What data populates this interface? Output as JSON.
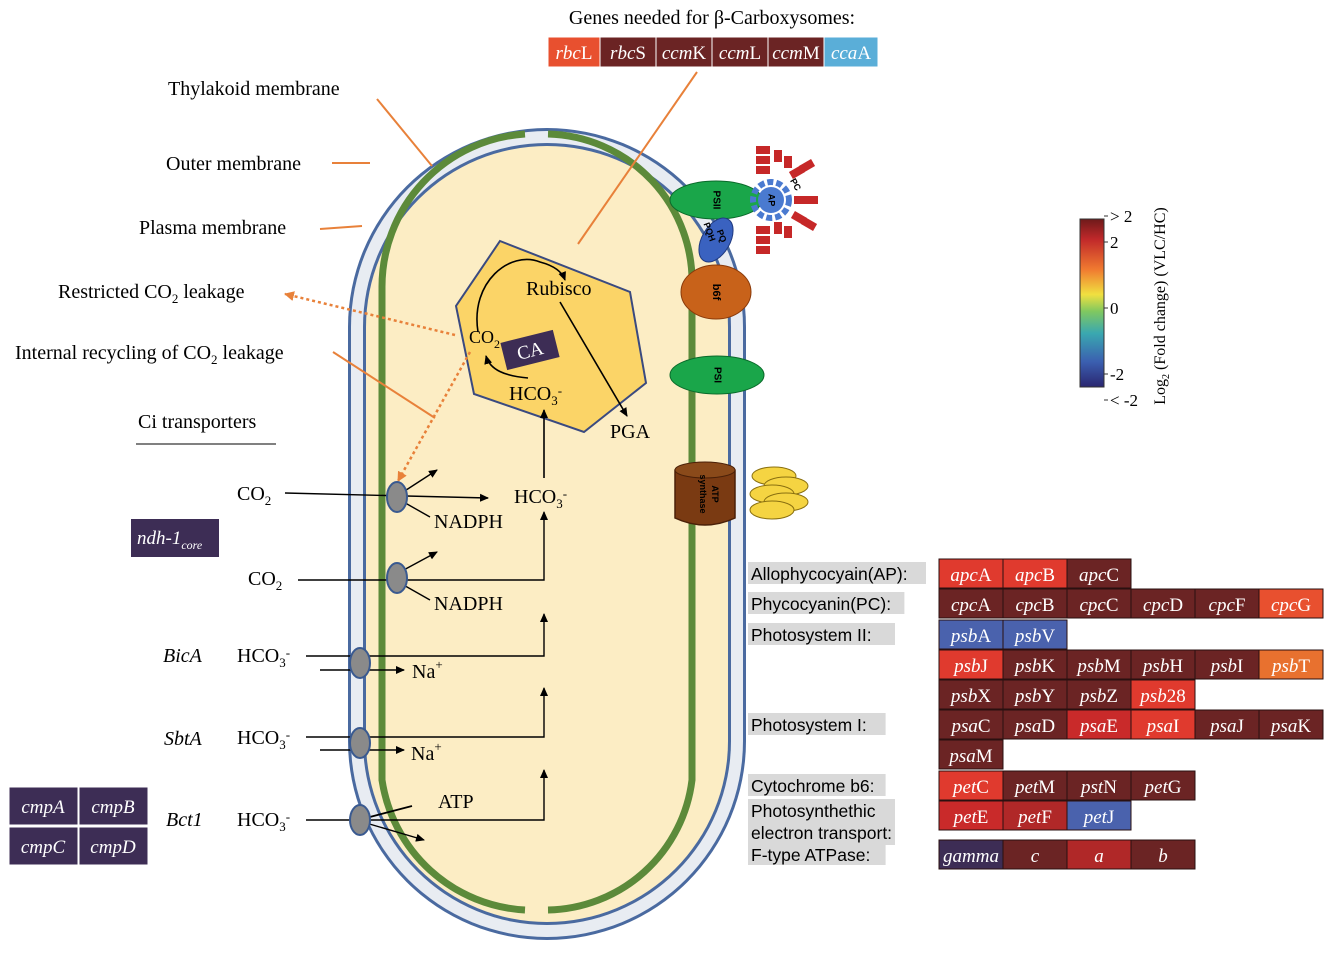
{
  "title": "Genes needed for β-Carboxysomes:",
  "carboxysome_genes": [
    {
      "pre": "rbc",
      "suf": "L",
      "color": "#e8502f"
    },
    {
      "pre": "rbc",
      "suf": "S",
      "color": "#6b2424"
    },
    {
      "pre": "ccm",
      "suf": "K",
      "color": "#6b2424"
    },
    {
      "pre": "ccm",
      "suf": "L",
      "color": "#6b2424"
    },
    {
      "pre": "ccm",
      "suf": "M",
      "color": "#6b2424"
    },
    {
      "pre": "cca",
      "suf": "A",
      "color": "#5aaed8"
    }
  ],
  "membranes": {
    "thylakoid": "Thylakoid membrane",
    "outer": "Outer membrane",
    "plasma": "Plasma membrane"
  },
  "leakage": {
    "restricted": "Restricted CO",
    "restricted_tail": " leakage",
    "internal": "Internal recycling of CO",
    "internal_tail": " leakage"
  },
  "carboxysome": {
    "rubisco": "Rubisco",
    "co2": "CO",
    "ca": "CA",
    "hco3": "HCO",
    "pga": "PGA"
  },
  "transporters": {
    "header": "Ci transporters",
    "ndh_label": "ndh-1",
    "ndh_sub": "core",
    "co2": "CO",
    "nadph": "NADPH",
    "hco3": "HCO",
    "bica": "BicA",
    "sbta": "SbtA",
    "bct1": "Bct1",
    "na": "Na",
    "atp": "ATP",
    "cmp_genes": [
      "cmpA",
      "cmpB",
      "cmpC",
      "cmpD"
    ]
  },
  "complexes": {
    "psii": "PSII",
    "ap": "AP",
    "pc": "PC",
    "pq": "PQ",
    "pqh": "PQH",
    "b6f": "b6f",
    "psi": "PSI",
    "atp_synthase_1": "ATP",
    "atp_synthase_2": "synthase"
  },
  "colorbar": {
    "label": "Log",
    "label_rest": " (Fold change) (VLC/HC)",
    "ticks": [
      "> 2",
      "2",
      "0",
      "-2",
      "< -2"
    ],
    "colors": [
      "#7a1e1e",
      "#d73027",
      "#fdae61",
      "#e6e64a",
      "#91cf60",
      "#4fb3a9",
      "#3b6fb6",
      "#2b2f7e"
    ]
  },
  "heatmap": {
    "rows": [
      {
        "label": "Allophycocyain(AP):",
        "genes": [
          {
            "pre": "apc",
            "suf": "A",
            "color": "#e03a2e"
          },
          {
            "pre": "apc",
            "suf": "B",
            "color": "#e03a2e"
          },
          {
            "pre": "apc",
            "suf": "C",
            "color": "#6b2424"
          }
        ]
      },
      {
        "label": "Phycocyanin(PC):",
        "genes": [
          {
            "pre": "cpc",
            "suf": "A",
            "color": "#6b2424"
          },
          {
            "pre": "cpc",
            "suf": "B",
            "color": "#6b2424"
          },
          {
            "pre": "cpc",
            "suf": "C",
            "color": "#6b2424"
          },
          {
            "pre": "cpc",
            "suf": "D",
            "color": "#6b2424"
          },
          {
            "pre": "cpc",
            "suf": "F",
            "color": "#6b2424"
          },
          {
            "pre": "cpc",
            "suf": "G",
            "color": "#e8502f"
          }
        ]
      },
      {
        "label": "Photosystem II:",
        "genes": [
          {
            "pre": "psb",
            "suf": "A",
            "color": "#4a62ad"
          },
          {
            "pre": "psb",
            "suf": "V",
            "color": "#4a62ad"
          }
        ]
      },
      {
        "label": "",
        "genes": [
          {
            "pre": "psb",
            "suf": "J",
            "color": "#e03a2e"
          },
          {
            "pre": "psb",
            "suf": "K",
            "color": "#6b2424"
          },
          {
            "pre": "psb",
            "suf": "M",
            "color": "#6b2424"
          },
          {
            "pre": "psb",
            "suf": "H",
            "color": "#6b2424"
          },
          {
            "pre": "psb",
            "suf": "I",
            "color": "#6b2424"
          },
          {
            "pre": "psb",
            "suf": "T",
            "color": "#e8712f"
          }
        ]
      },
      {
        "label": "",
        "genes": [
          {
            "pre": "psb",
            "suf": "X",
            "color": "#6b2424"
          },
          {
            "pre": "psb",
            "suf": "Y",
            "color": "#6b2424"
          },
          {
            "pre": "psb",
            "suf": "Z",
            "color": "#6b2424"
          },
          {
            "pre": "psb",
            "suf": "28",
            "color": "#e03a2e"
          }
        ]
      },
      {
        "label": "Photosystem I:",
        "genes": [
          {
            "pre": "psa",
            "suf": "C",
            "color": "#6b2424"
          },
          {
            "pre": "psa",
            "suf": "D",
            "color": "#6b2424"
          },
          {
            "pre": "psa",
            "suf": "E",
            "color": "#c92a2a"
          },
          {
            "pre": "psa",
            "suf": "I",
            "color": "#e03a2e"
          },
          {
            "pre": "psa",
            "suf": "J",
            "color": "#6b2424"
          },
          {
            "pre": "psa",
            "suf": "K",
            "color": "#6b2424"
          }
        ]
      },
      {
        "label": "",
        "genes": [
          {
            "pre": "psa",
            "suf": "M",
            "color": "#6b2424"
          }
        ]
      },
      {
        "label": "Cytochrome b6:",
        "genes": [
          {
            "pre": "pet",
            "suf": "C",
            "color": "#e03a2e"
          },
          {
            "pre": "pet",
            "suf": "M",
            "color": "#6b2424"
          },
          {
            "pre": "pst",
            "suf": "N",
            "color": "#6b2424"
          },
          {
            "pre": "pet",
            "suf": "G",
            "color": "#6b2424"
          }
        ]
      },
      {
        "label": "Photosynthethic",
        "label2": "electron transport:",
        "genes": [
          {
            "pre": "pet",
            "suf": "E",
            "color": "#c92a2a"
          },
          {
            "pre": "pet",
            "suf": "F",
            "color": "#b02828"
          },
          {
            "pre": "pet",
            "suf": "J",
            "color": "#4a62ad"
          }
        ]
      },
      {
        "label": "F-type ATPase:",
        "genes": [
          {
            "pre": "gamma",
            "suf": "",
            "color": "#3d2d55"
          },
          {
            "pre": "c",
            "suf": "",
            "color": "#6b2424"
          },
          {
            "pre": "a",
            "suf": "",
            "color": "#b02828"
          },
          {
            "pre": "b",
            "suf": "",
            "color": "#6b2424"
          }
        ]
      }
    ]
  }
}
